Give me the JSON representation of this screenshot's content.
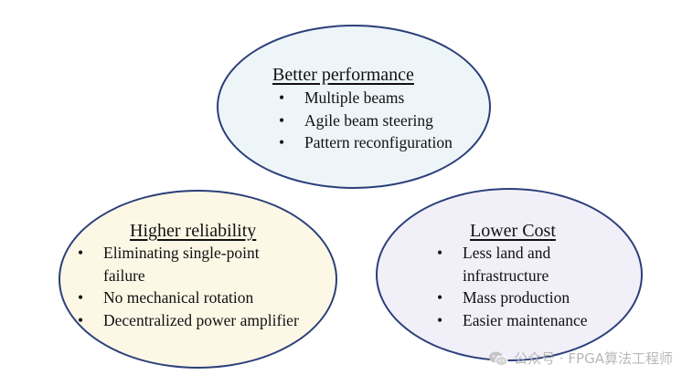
{
  "colors": {
    "outline": "#2b3f7a",
    "top_fill": "#eef5f9",
    "left_fill": "#fdf8e6",
    "right_fill": "#f1eff8",
    "watermark": "#b8b8b8"
  },
  "bullet_char": "•",
  "top": {
    "title": "Better performance",
    "items": [
      "Multiple beams",
      "Agile beam steering",
      "Pattern reconfiguration"
    ]
  },
  "left": {
    "title": "Higher reliability",
    "items": [
      "Eliminating single-point",
      "failure",
      "No mechanical rotation",
      "Decentralized power amplifier"
    ]
  },
  "right": {
    "title": "Lower Cost",
    "items": [
      "Less land and",
      "infrastructure",
      "Mass production",
      "Easier maintenance"
    ]
  },
  "watermark": {
    "icon": "wechat-icon",
    "text": "公众号 · FPGA算法工程师"
  }
}
